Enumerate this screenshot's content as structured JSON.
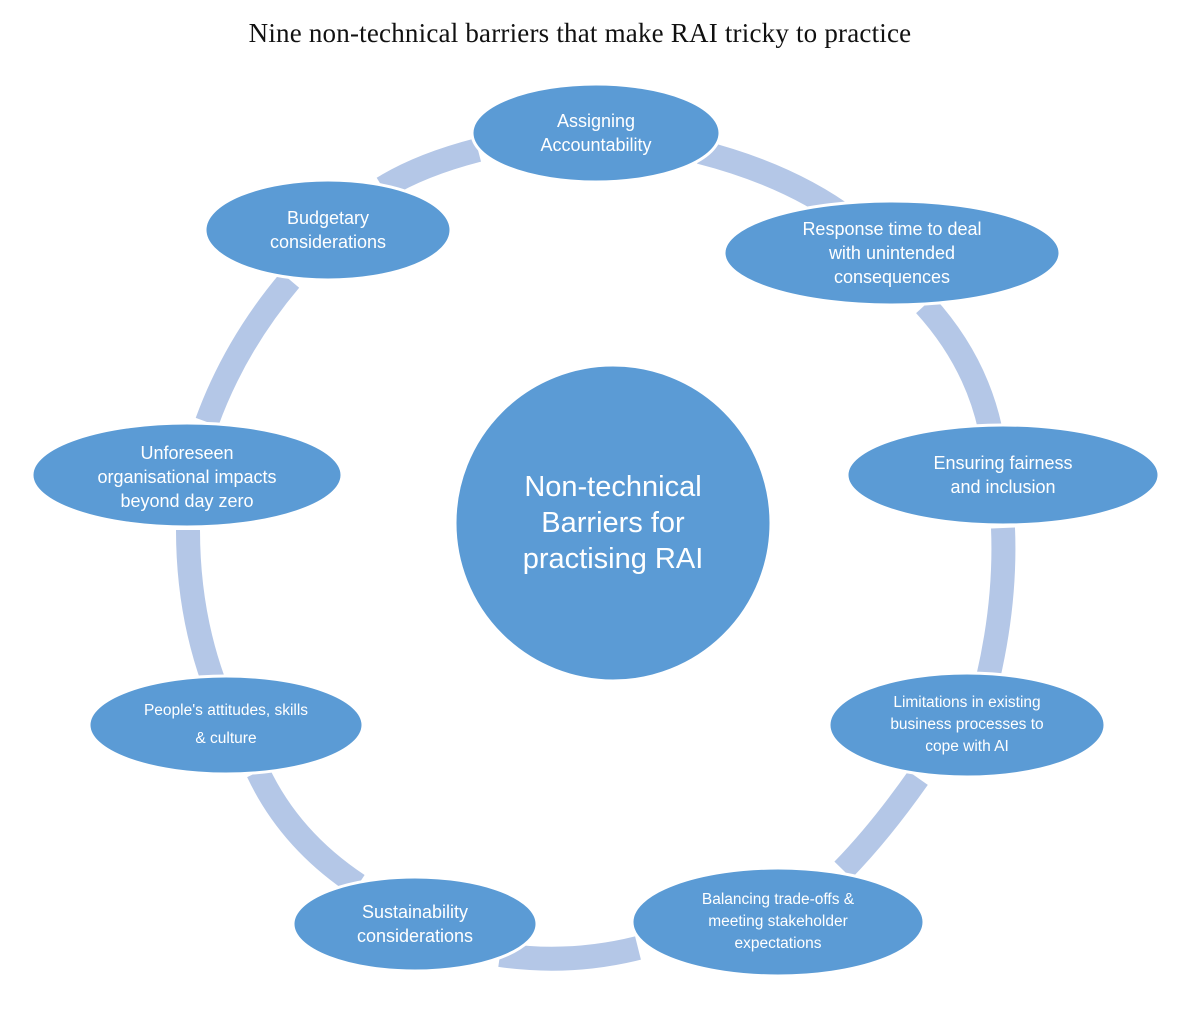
{
  "title": "Nine non-technical barriers that make RAI tricky to practice",
  "diagram": {
    "center_label": "Non-technical\nBarriers for\npractising RAI",
    "nodes": [
      {
        "id": "accountability",
        "label": "Assigning\nAccountability"
      },
      {
        "id": "response-time",
        "label": "Response time to deal\nwith unintended\nconsequences"
      },
      {
        "id": "fairness",
        "label": "Ensuring fairness\nand inclusion"
      },
      {
        "id": "business-processes",
        "label": "Limitations in existing\nbusiness processes to\ncope with AI"
      },
      {
        "id": "trade-offs",
        "label": "Balancing trade-offs &\nmeeting stakeholder\nexpectations"
      },
      {
        "id": "sustainability",
        "label": "Sustainability\nconsiderations"
      },
      {
        "id": "people",
        "label": "People's attitudes, skills\n& culture"
      },
      {
        "id": "organisational",
        "label": "Unforeseen\norganisational impacts\nbeyond day zero"
      },
      {
        "id": "budgetary",
        "label": "Budgetary\nconsiderations"
      }
    ],
    "colors": {
      "node_fill": "#5b9bd5",
      "ring": "#b4c7e7",
      "text": "#ffffff",
      "title_text": "#111111"
    }
  }
}
